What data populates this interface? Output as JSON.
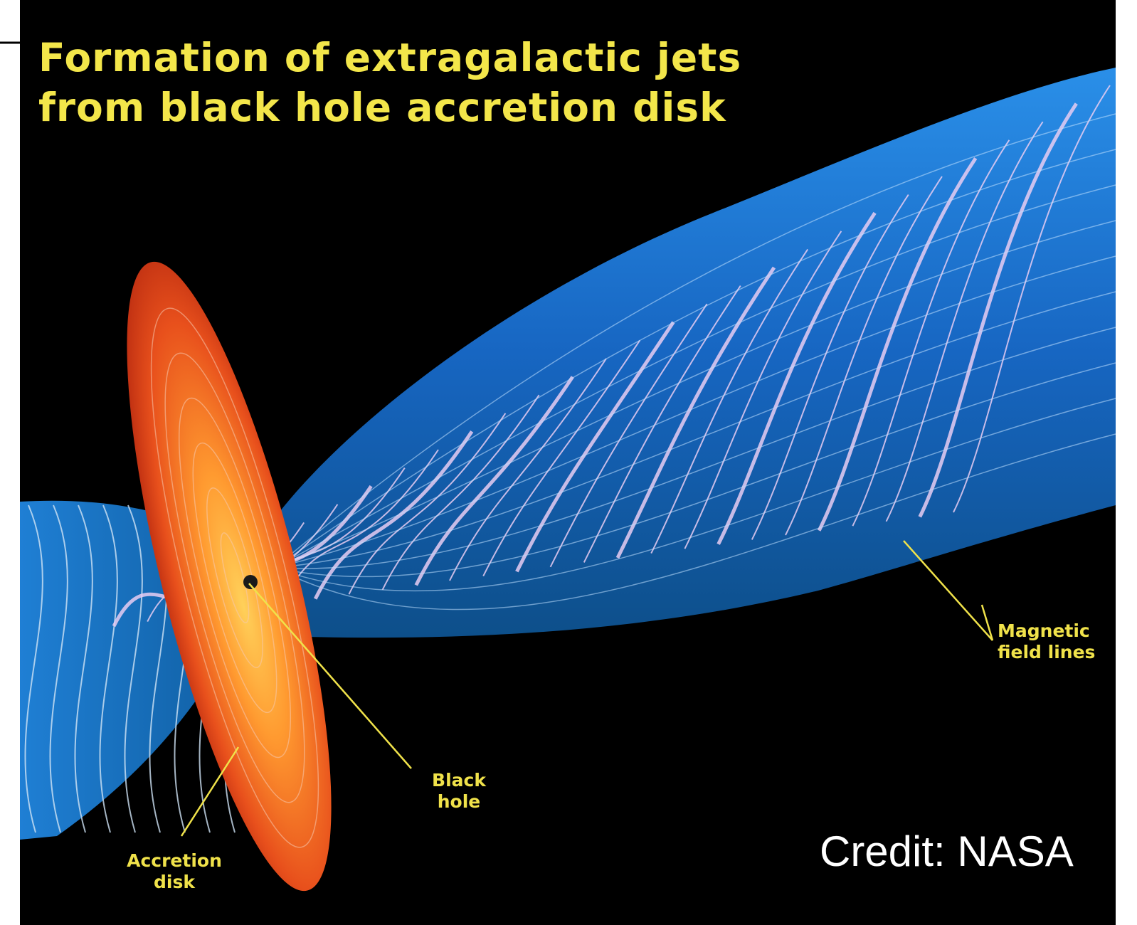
{
  "title_line_1": "Formation of extragalactic jets",
  "title_line_2": "from black hole accretion disk",
  "labels": {
    "magnetic_line_1": "Magnetic",
    "magnetic_line_2": "field lines",
    "black_hole_line_1": "Black",
    "black_hole_line_2": "hole",
    "accretion_line_1": "Accretion",
    "accretion_line_2": "disk"
  },
  "credit": "Credit: NASA",
  "colors": {
    "background": "#000000",
    "jet": "#1e7fd8",
    "field_lines": "#e6c8f0",
    "disk": "#ee5a1e",
    "label_text": "#f0e24a",
    "credit_text": "#ffffff"
  }
}
